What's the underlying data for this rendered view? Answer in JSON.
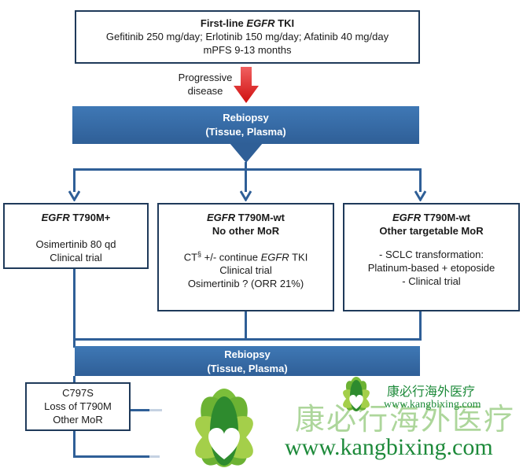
{
  "first_line": {
    "title_pre": "First-line ",
    "title_em": "EGFR",
    "title_post": " TKI",
    "drugs": "Gefitinib 250 mg/day; Erlotinib 150 mg/day; Afatinib 40 mg/day",
    "mpfs": "mPFS 9-13 months"
  },
  "progressive": {
    "line1": "Progressive",
    "line2": "disease"
  },
  "rebiopsy1": {
    "title": "Rebiopsy",
    "sub": "(Tissue, Plasma)"
  },
  "box_left": {
    "title_em": "EGFR",
    "title_post": " T790M+",
    "line1": "Osimertinib  80 qd",
    "line2": "Clinical trial"
  },
  "box_mid": {
    "title_em": "EGFR",
    "title_post": " T790M-wt",
    "title2": "No other MoR",
    "line1_pre": "CT",
    "line1_sup": "§",
    "line1_mid": " +/- continue ",
    "line1_em": "EGFR",
    "line1_post": " TKI",
    "line2": "Clinical trial",
    "line3": "Osimertinib ? (ORR 21%)"
  },
  "box_right": {
    "title_em": "EGFR",
    "title_post": " T790M-wt",
    "title2": "Other targetable MoR",
    "line1": "-   SCLC transformation:",
    "line2": "Platinum-based + etoposide",
    "line3": "-   Clinical trial"
  },
  "rebiopsy2": {
    "title": "Rebiopsy",
    "sub": "(Tissue, Plasma)"
  },
  "box_c797s": {
    "line1": "C797S",
    "line2": "Loss of T790M",
    "line3": "Other MoR"
  },
  "watermark": {
    "cn_large": "康必行海外医疗",
    "url_large": "www.kangbixing.com",
    "cn_small": "康必行海外医疗",
    "url_small": "www.kangbixing.com"
  },
  "colors": {
    "band": "#2f5f97",
    "arrow_red": "#e02020",
    "watermark_green": "#1d8a3a"
  }
}
